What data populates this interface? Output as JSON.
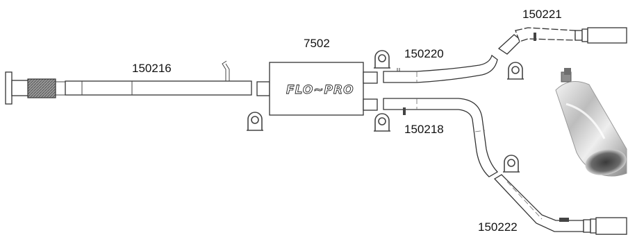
{
  "labels": {
    "pipe_front": "150216",
    "muffler": "7502",
    "pipe_upper": "150220",
    "pipe_lower": "150218",
    "tip_upper": "150221",
    "tip_lower": "150222"
  },
  "muffler_logo": "FLO~PRO",
  "icons": [
    "clamp-icon",
    "exhaust-tip-photo"
  ],
  "colors": {
    "outline": "#333333",
    "background": "#ffffff",
    "chrome": "#c8c8c8"
  }
}
